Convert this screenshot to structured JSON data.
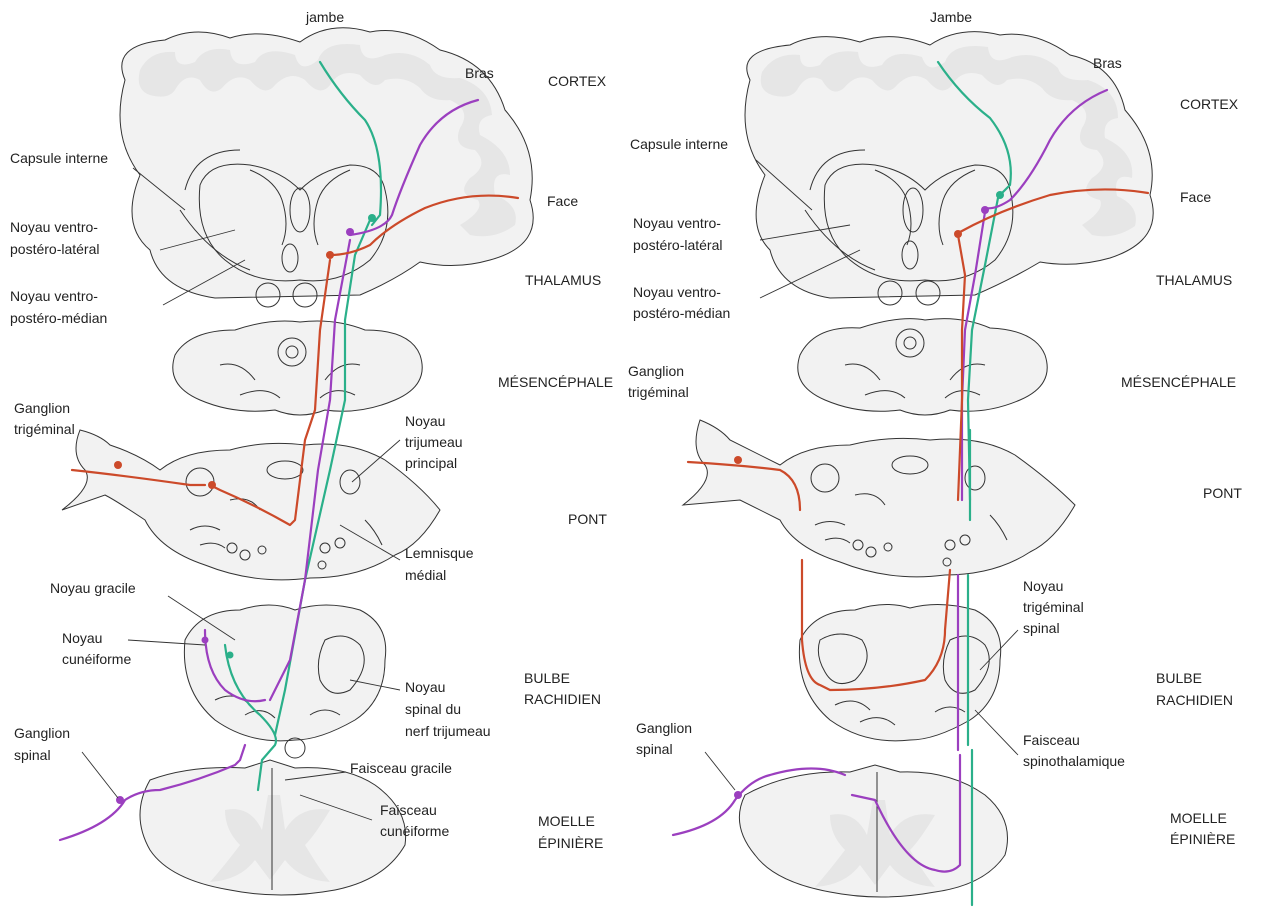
{
  "colors": {
    "face": "#cc4a2a",
    "arm": "#9b3fbf",
    "leg": "#2bb08a",
    "tissue": "#f2f2f2",
    "cortex_band": "#e6e6e6",
    "outline": "#333333"
  },
  "left": {
    "top_label": "jambe",
    "bras": "Bras",
    "face": "Face",
    "capsule": "Capsule interne",
    "vpl": [
      "Noyau ventro-",
      "postéro-latéral"
    ],
    "vpm": [
      "Noyau ventro-",
      "postéro-médian"
    ],
    "ganglion_trig": [
      "Ganglion",
      "trigéminal"
    ],
    "noyau_trij": [
      "Noyau",
      "trijumeau",
      "principal"
    ],
    "lemnisque": [
      "Lemnisque",
      "médial"
    ],
    "gracile": "Noyau gracile",
    "cuneiforme": [
      "Noyau",
      "cunéiforme"
    ],
    "spinal_trij": [
      "Noyau",
      "spinal du",
      "nerf trijumeau"
    ],
    "ganglion_spinal": [
      "Ganglion",
      "spinal"
    ],
    "faisceau_gracile": "Faisceau gracile",
    "faisceau_cuneiforme": [
      "Faisceau",
      "cunéiforme"
    ]
  },
  "right": {
    "top_label": "Jambe",
    "bras": "Bras",
    "face": "Face",
    "capsule": "Capsule interne",
    "vpl": [
      "Noyau ventro-",
      "postéro-latéral"
    ],
    "vpm": [
      "Noyau ventro-",
      "postéro-médian"
    ],
    "ganglion_trig": [
      "Ganglion",
      "trigéminal"
    ],
    "trig_spinal": [
      "Noyau",
      "trigéminal",
      "spinal"
    ],
    "faisceau_st": [
      "Faisceau",
      "spinothalamique"
    ],
    "ganglion_spinal": [
      "Ganglion",
      "spinal"
    ]
  },
  "levels": {
    "cortex": "CORTEX",
    "thalamus": "THALAMUS",
    "mesencephale": "MÉSENCÉPHALE",
    "pont": "PONT",
    "bulbe": [
      "BULBE",
      "RACHIDIEN"
    ],
    "moelle": [
      "MOELLE",
      "ÉPINIÈRE"
    ]
  }
}
